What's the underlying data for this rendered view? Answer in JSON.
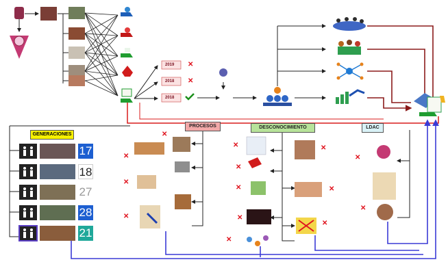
{
  "labels": {
    "generaciones": "GENERACIONES",
    "procesos": "PROCESOS",
    "desconocimiento": "DESCONOCIMIENTO",
    "ldac": "LDAC"
  },
  "years": [
    "2019",
    "2018",
    "2018"
  ],
  "generations": [
    "17",
    "18",
    "27",
    "28",
    "21"
  ],
  "colors": {
    "line_dark_red": "#8b1a1a",
    "line_red": "#d81b1b",
    "line_blue": "#3a3ad6",
    "line_black": "#222222",
    "procesos_bg": "#f2a8a8",
    "desconocimiento_bg": "#b7e39a",
    "ldac_bg": "#d9f2f7",
    "generaciones_bg": "#f6f000",
    "x_mark": "#e0141e",
    "check": "#1a8f1a"
  }
}
